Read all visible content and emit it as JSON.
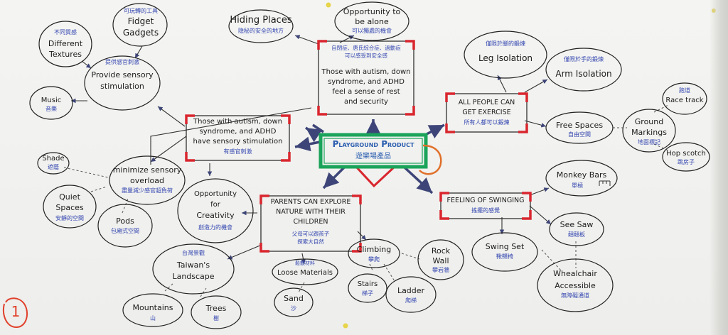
{
  "center": {
    "title": "Playground Product",
    "subtitle": "遊樂場產品"
  },
  "corner_number": "1",
  "nodes": {
    "hiding_places": {
      "en": "Hiding Places",
      "zh": "隐秘的安全的地方"
    },
    "alone": {
      "en_1": "Opportunity to",
      "en_2": "be alone",
      "zh": "可以獨處的機會"
    },
    "rest": {
      "zh_1": "自閉症、唐氏綜合症、過動症",
      "zh_2": "可以感受到安全感",
      "en_1": "Those with autism, down",
      "en_2": "syndrome, and ADHD",
      "en_3": "feel a sense of rest",
      "en_4": "and security"
    },
    "fidget": {
      "zh": "可玩轉的工具",
      "en_1": "Fidget",
      "en_2": "Gadgets"
    },
    "textures": {
      "zh": "不同質感",
      "en_1": "Different",
      "en_2": "Textures"
    },
    "sensory_stim": {
      "zh": "提供感官刺激",
      "en_1": "Provide sensory",
      "en_2": "stimulation"
    },
    "music": {
      "en": "Music",
      "zh": "音樂"
    },
    "sensory_need": {
      "en_1": "Those with autism, down",
      "en_2": "syndrome, and ADHD",
      "en_3": "have sensory stimulation",
      "zh": "有感官刺激"
    },
    "shade": {
      "en": "Shade",
      "zh": "遮蔭"
    },
    "minimize": {
      "en_1": "minimize sensory",
      "en_2": "overload",
      "zh": "盡量減少感官超負荷"
    },
    "quiet": {
      "en_1": "Quiet",
      "en_2": "Spaces",
      "zh": "安靜的空間"
    },
    "pods": {
      "en": "Pods",
      "zh": "包廂式空間"
    },
    "creativity": {
      "en_1": "Opportunity",
      "en_2": "for",
      "en_3": "Creativity",
      "zh": "創造力的機會"
    },
    "parents": {
      "en_1": "Parents can explore",
      "en_2": "nature with their",
      "en_3": "children",
      "zh_1": "父母可以跟孩子",
      "zh_2": "探索大自然"
    },
    "taiwan": {
      "zh": "台灣景觀",
      "en_1": "Taiwan's",
      "en_2": "Landscape"
    },
    "mountains": {
      "en": "Mountains",
      "zh": "山"
    },
    "trees": {
      "en": "Trees",
      "zh": "樹"
    },
    "loose": {
      "zh": "鬆散材料",
      "en": "Loose Materials"
    },
    "sand": {
      "en": "Sand",
      "zh": "沙"
    },
    "climbing": {
      "en": "Climbing",
      "zh": "攀爬"
    },
    "rock_wall": {
      "en_1": "Rock",
      "en_2": "Wall",
      "zh": "攀岩牆"
    },
    "stairs": {
      "en": "Stairs",
      "zh": "梯子"
    },
    "ladder": {
      "en": "Ladder",
      "zh": "爬梯"
    },
    "leg": {
      "zh": "僅限於腳的鍛煉",
      "en": "Leg Isolation"
    },
    "arm": {
      "zh": "僅限於手的鍛煉",
      "en": "Arm Isolation"
    },
    "exercise": {
      "en_1": "All people can",
      "en_2": "get exercise",
      "zh": "所有人都可以鍛煉"
    },
    "free_spaces": {
      "en": "Free Spaces",
      "zh": "自由空間"
    },
    "ground": {
      "en_1": "Ground",
      "en_2": "Markings",
      "zh": "地面標記"
    },
    "racetrack": {
      "zh": "跑道",
      "en": "Race track"
    },
    "hopscotch": {
      "en": "Hop scotch",
      "zh": "跳房子"
    },
    "swinging": {
      "en": "Feeling of swinging",
      "zh": "搖擺的感覺"
    },
    "monkey": {
      "en": "Monkey Bars",
      "zh": "單槓"
    },
    "seesaw": {
      "en": "See Saw",
      "zh": "翹翹板"
    },
    "swing": {
      "en": "Swing Set",
      "zh": "鞦韆椅"
    },
    "wheelchair": {
      "en_1": "Whealchair",
      "en_2": "Accessible",
      "zh": "無障礙通道"
    }
  },
  "colors": {
    "center_green": "#1aa35a",
    "center_text": "#2d5fb0",
    "marker_red": "#d9262e",
    "arrow_navy": "#3d4578",
    "ink": "#1b1b1b",
    "chinese_blue": "#3346b0"
  }
}
